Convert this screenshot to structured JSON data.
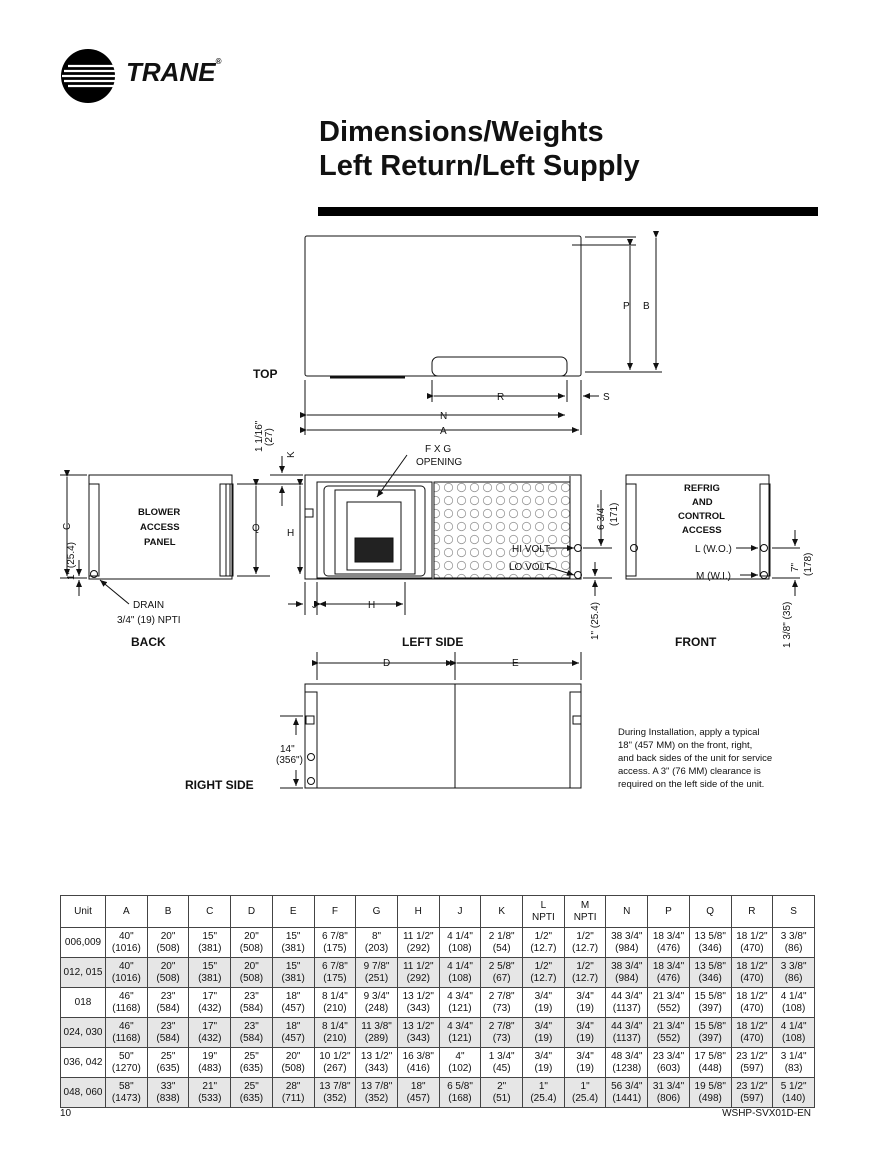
{
  "brand": {
    "name": "TRANE"
  },
  "page": {
    "title_line1": "Dimensions/Weights",
    "title_line2": "Left Return/Left Supply",
    "footer_page": "10",
    "footer_doc": "WSHP-SVX01D-EN"
  },
  "drawing": {
    "views": {
      "top": "TOP",
      "back": "BACK",
      "left_side": "LEFT SIDE",
      "front": "FRONT",
      "right_side": "RIGHT SIDE"
    },
    "labels": {
      "P": "P",
      "B": "B",
      "R": "R",
      "S": "S",
      "N": "N",
      "A": "A",
      "C": "C",
      "Q": "Q",
      "H": "H",
      "K": "K",
      "J": "J",
      "D": "D",
      "E": "E",
      "fxg": "F X G",
      "opening": "OPENING",
      "blower1": "BLOWER",
      "blower2": "ACCESS",
      "blower3": "PANEL",
      "refrig1": "REFRIG",
      "refrig2": "AND",
      "refrig3": "CONTROL",
      "refrig4": "ACCESS",
      "hivolt": "HI VOLT",
      "lovolt": "LO VOLT",
      "lwo": "L (W.O.)",
      "mwi": "M (W.I.)",
      "drain": "DRAIN",
      "drain_size": "3/4\" (19) NPTI",
      "dim_1_1_16": "1 1/16\"",
      "dim_27": "(27)",
      "dim_1in": "1\" (25.4)",
      "dim_6_3_4": "6 3/4\"",
      "dim_171": "(171)",
      "dim_7": "7\"",
      "dim_178": "(178)",
      "dim_1_3_8": "1 3/8\" (35)",
      "dim_14": "14\"",
      "dim_356": "(356\")"
    },
    "note": [
      "During Installation, apply a typical",
      "18\" (457 MM) on the front, right,",
      "and back sides of the unit for service",
      "access. A 3\" (76 MM) clearance is",
      "required on the left side of the unit."
    ]
  },
  "table": {
    "headers": [
      "Unit",
      "A",
      "B",
      "C",
      "D",
      "E",
      "F",
      "G",
      "H",
      "J",
      "K",
      "L\nNPTI",
      "M\nNPTI",
      "N",
      "P",
      "Q",
      "R",
      "S"
    ],
    "rows": [
      {
        "unit": "006,009",
        "cells": [
          [
            "40\"",
            "(1016)"
          ],
          [
            "20\"",
            "(508)"
          ],
          [
            "15\"",
            "(381)"
          ],
          [
            "20\"",
            "(508)"
          ],
          [
            "15\"",
            "(381)"
          ],
          [
            "6 7/8\"",
            "(175)"
          ],
          [
            "8\"",
            "(203)"
          ],
          [
            "11 1/2\"",
            "(292)"
          ],
          [
            "4 1/4\"",
            "(108)"
          ],
          [
            "2 1/8\"",
            "(54)"
          ],
          [
            "1/2\"",
            "(12.7)"
          ],
          [
            "1/2\"",
            "(12.7)"
          ],
          [
            "38 3/4\"",
            "(984)"
          ],
          [
            "18 3/4\"",
            "(476)"
          ],
          [
            "13 5/8\"",
            "(346)"
          ],
          [
            "18 1/2\"",
            "(470)"
          ],
          [
            "3 3/8\"",
            "(86)"
          ]
        ]
      },
      {
        "unit": "012, 015",
        "cells": [
          [
            "40\"",
            "(1016)"
          ],
          [
            "20\"",
            "(508)"
          ],
          [
            "15\"",
            "(381)"
          ],
          [
            "20\"",
            "(508)"
          ],
          [
            "15\"",
            "(381)"
          ],
          [
            "6 7/8\"",
            "(175)"
          ],
          [
            "9 7/8\"",
            "(251)"
          ],
          [
            "11 1/2\"",
            "(292)"
          ],
          [
            "4 1/4\"",
            "(108)"
          ],
          [
            "2 5/8\"",
            "(67)"
          ],
          [
            "1/2\"",
            "(12.7)"
          ],
          [
            "1/2\"",
            "(12.7)"
          ],
          [
            "38 3/4\"",
            "(984)"
          ],
          [
            "18 3/4\"",
            "(476)"
          ],
          [
            "13 5/8\"",
            "(346)"
          ],
          [
            "18 1/2\"",
            "(470)"
          ],
          [
            "3 3/8\"",
            "(86)"
          ]
        ]
      },
      {
        "unit": "018",
        "cells": [
          [
            "46\"",
            "(1168)"
          ],
          [
            "23\"",
            "(584)"
          ],
          [
            "17\"",
            "(432)"
          ],
          [
            "23\"",
            "(584)"
          ],
          [
            "18\"",
            "(457)"
          ],
          [
            "8 1/4\"",
            "(210)"
          ],
          [
            "9 3/4\"",
            "(248)"
          ],
          [
            "13 1/2\"",
            "(343)"
          ],
          [
            "4 3/4\"",
            "(121)"
          ],
          [
            "2 7/8\"",
            "(73)"
          ],
          [
            "3/4\"",
            "(19)"
          ],
          [
            "3/4\"",
            "(19)"
          ],
          [
            "44 3/4\"",
            "(1137)"
          ],
          [
            "21 3/4\"",
            "(552)"
          ],
          [
            "15 5/8\"",
            "(397)"
          ],
          [
            "18 1/2\"",
            "(470)"
          ],
          [
            "4 1/4\"",
            "(108)"
          ]
        ]
      },
      {
        "unit": "024, 030",
        "cells": [
          [
            "46\"",
            "(1168)"
          ],
          [
            "23\"",
            "(584)"
          ],
          [
            "17\"",
            "(432)"
          ],
          [
            "23\"",
            "(584)"
          ],
          [
            "18\"",
            "(457)"
          ],
          [
            "8 1/4\"",
            "(210)"
          ],
          [
            "11 3/8\"",
            "(289)"
          ],
          [
            "13 1/2\"",
            "(343)"
          ],
          [
            "4 3/4\"",
            "(121)"
          ],
          [
            "2 7/8\"",
            "(73)"
          ],
          [
            "3/4\"",
            "(19)"
          ],
          [
            "3/4\"",
            "(19)"
          ],
          [
            "44 3/4\"",
            "(1137)"
          ],
          [
            "21 3/4\"",
            "(552)"
          ],
          [
            "15 5/8\"",
            "(397)"
          ],
          [
            "18 1/2\"",
            "(470)"
          ],
          [
            "4 1/4\"",
            "(108)"
          ]
        ]
      },
      {
        "unit": "036, 042",
        "cells": [
          [
            "50\"",
            "(1270)"
          ],
          [
            "25\"",
            "(635)"
          ],
          [
            "19\"",
            "(483)"
          ],
          [
            "25\"",
            "(635)"
          ],
          [
            "20\"",
            "(508)"
          ],
          [
            "10 1/2\"",
            "(267)"
          ],
          [
            "13 1/2\"",
            "(343)"
          ],
          [
            "16 3/8\"",
            "(416)"
          ],
          [
            "4\"",
            "(102)"
          ],
          [
            "1 3/4\"",
            "(45)"
          ],
          [
            "3/4\"",
            "(19)"
          ],
          [
            "3/4\"",
            "(19)"
          ],
          [
            "48 3/4\"",
            "(1238)"
          ],
          [
            "23 3/4\"",
            "(603)"
          ],
          [
            "17 5/8\"",
            "(448)"
          ],
          [
            "23 1/2\"",
            "(597)"
          ],
          [
            "3 1/4\"",
            "(83)"
          ]
        ]
      },
      {
        "unit": "048, 060",
        "cells": [
          [
            "58\"",
            "(1473)"
          ],
          [
            "33\"",
            "(838)"
          ],
          [
            "21\"",
            "(533)"
          ],
          [
            "25\"",
            "(635)"
          ],
          [
            "28\"",
            "(711)"
          ],
          [
            "13 7/8\"",
            "(352)"
          ],
          [
            "13 7/8\"",
            "(352)"
          ],
          [
            "18\"",
            "(457)"
          ],
          [
            "6 5/8\"",
            "(168)"
          ],
          [
            "2\"",
            "(51)"
          ],
          [
            "1\"",
            "(25.4)"
          ],
          [
            "1\"",
            "(25.4)"
          ],
          [
            "56 3/4\"",
            "(1441)"
          ],
          [
            "31 3/4\"",
            "(806)"
          ],
          [
            "19 5/8\"",
            "(498)"
          ],
          [
            "23 1/2\"",
            "(597)"
          ],
          [
            "5 1/2\"",
            "(140)"
          ]
        ]
      }
    ]
  }
}
